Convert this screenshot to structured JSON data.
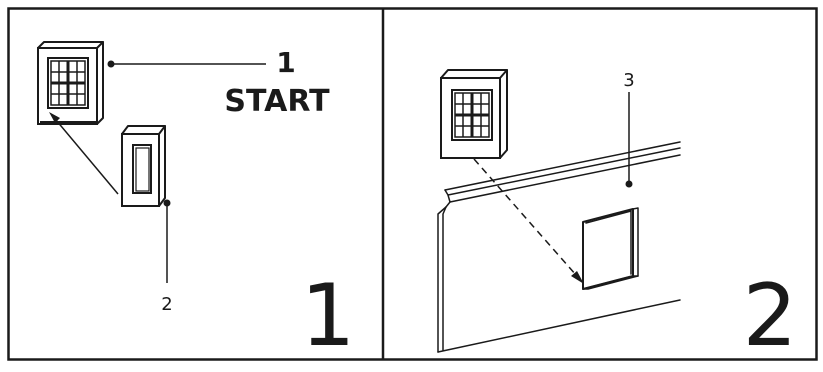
{
  "panels": [
    {
      "step_number": "1",
      "callouts": {
        "start_number": "1",
        "start_word": "START",
        "frame_part": "2"
      }
    },
    {
      "step_number": "2",
      "callouts": {
        "wall_part": "3"
      }
    }
  ],
  "colors": {
    "line": "#1a1a1a",
    "background": "#ffffff",
    "shade": "#d9d9d9"
  }
}
